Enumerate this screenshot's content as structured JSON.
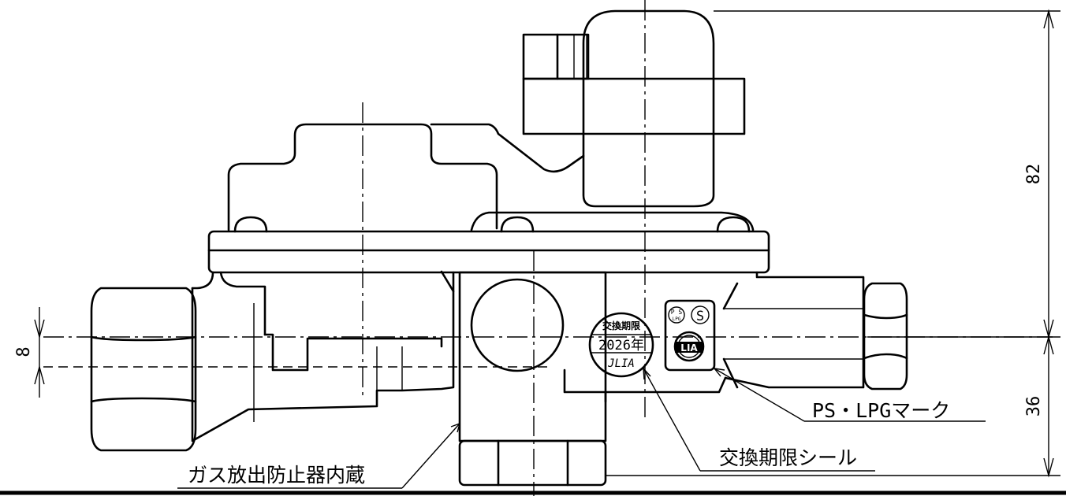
{
  "labels": {
    "ps_lpg_mark": "PS・LPGマーク",
    "expiry_seal": "交換期限シール",
    "gas_release_preventer": "ガス放出防止器内蔵"
  },
  "dimensions": {
    "height_upper": "82",
    "height_lower": "36",
    "offset": "8"
  },
  "seal": {
    "line1": "交換期限",
    "line2": "2026年",
    "line3": "JLIA"
  },
  "marks": {
    "ps_top": "P S",
    "ps_bottom": "LPG",
    "s_mark": "S",
    "lia_mark": "LIA"
  }
}
